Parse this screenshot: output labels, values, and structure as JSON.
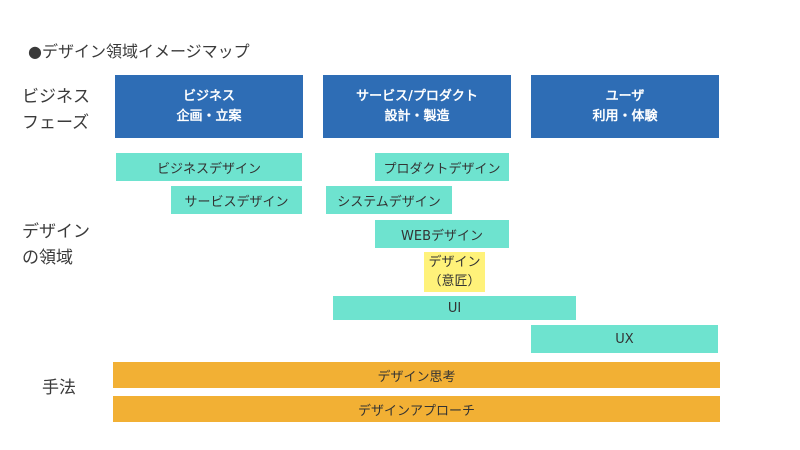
{
  "title": "●デザイン領域イメージマップ",
  "row_labels": {
    "phase": [
      "ビジネス",
      "フェーズ"
    ],
    "domain": [
      "デザイン",
      "の領域"
    ],
    "method": [
      "手法"
    ]
  },
  "phases": [
    {
      "name": "ビジネス",
      "sub": "企画・立案"
    },
    {
      "name": "サービス/プロダクト",
      "sub": "設計・製造"
    },
    {
      "name": "ユーザ",
      "sub": "利用・体験"
    }
  ],
  "domains": {
    "business_design": "ビジネスデザイン",
    "service_design": "サービスデザイン",
    "product_design": "プロダクトデザイン",
    "system_design": "システムデザイン",
    "web_design": "WEBデザイン",
    "design_ishou": [
      "デザイン",
      "（意匠）"
    ],
    "ui": "UI",
    "ux": "UX"
  },
  "methods": {
    "design_thinking": "デザイン思考",
    "design_approach": "デザインアプローチ"
  },
  "colors": {
    "phase": "#2e6db5",
    "domain": "#6ee3cf",
    "highlight": "#fff27a",
    "method": "#f2b034"
  }
}
